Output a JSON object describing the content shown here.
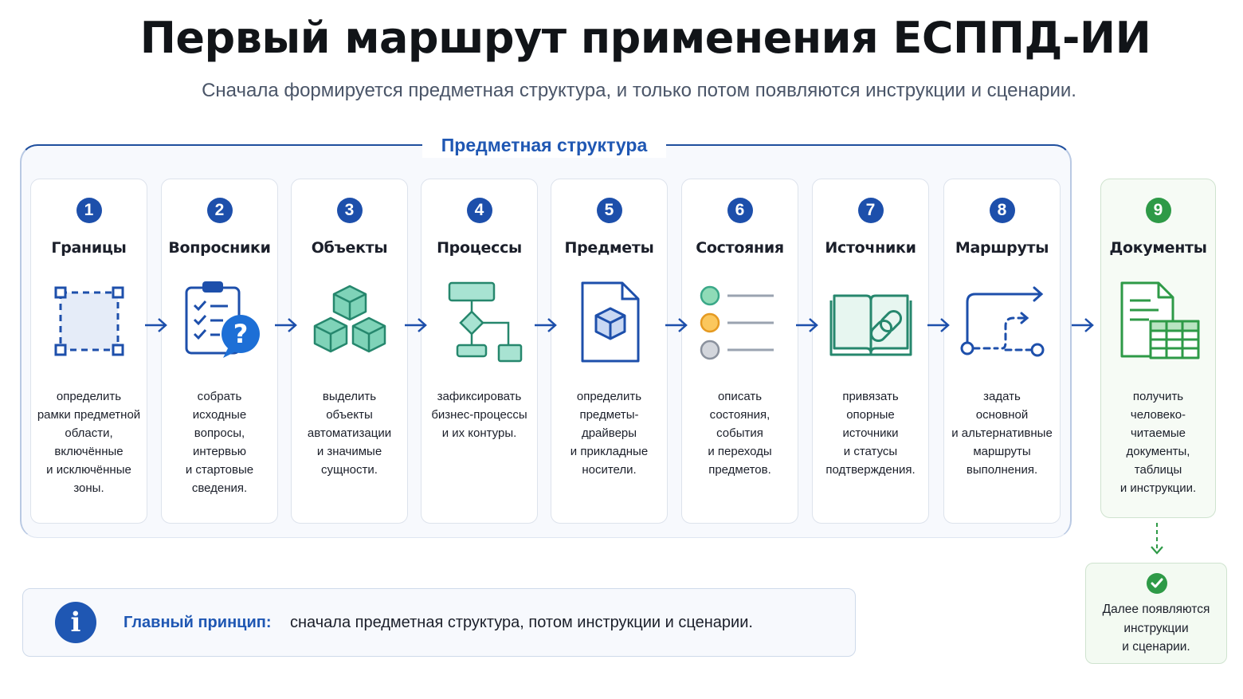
{
  "title": "Первый маршрут применения ЕСППД-ИИ",
  "subtitle": "Сначала формируется предметная структура, и только потом появляются инструкции и сценарии.",
  "group_label": "Предметная структура",
  "steps": [
    {
      "num": "1",
      "title": "Границы",
      "icon": "bounding-box-icon",
      "text": "определить\nрамки предметной\nобласти,\nвключённые\nи исключённые\nзоны."
    },
    {
      "num": "2",
      "title": "Вопросники",
      "icon": "questionnaire-icon",
      "text": "собрать\nисходные\nвопросы,\nинтервью\nи стартовые\nсведения."
    },
    {
      "num": "3",
      "title": "Объекты",
      "icon": "cubes-icon",
      "text": "выделить\nобъекты\nавтоматизации\nи значимые\nсущности."
    },
    {
      "num": "4",
      "title": "Процессы",
      "icon": "flowchart-icon",
      "text": "зафиксировать\nбизнес-процессы\nи их контуры."
    },
    {
      "num": "5",
      "title": "Предметы",
      "icon": "document-cube-icon",
      "text": "определить\nпредметы-\nдрайверы\nи прикладные\nносители."
    },
    {
      "num": "6",
      "title": "Состояния",
      "icon": "status-list-icon",
      "text": "описать\nсостояния,\nсобытия\nи переходы\nпредметов."
    },
    {
      "num": "7",
      "title": "Источники",
      "icon": "book-link-icon",
      "text": "привязать\nопорные\nисточники\nи статусы\nподтверждения."
    },
    {
      "num": "8",
      "title": "Маршруты",
      "icon": "route-icon",
      "text": "задать\nосновной\nи альтернативные\nмаршруты\nвыполнения."
    },
    {
      "num": "9",
      "title": "Документы",
      "icon": "document-table-icon",
      "text": "получить\nчеловеко-читаемые\nдокументы,\nтаблицы\nи инструкции."
    }
  ],
  "principle": {
    "icon": "info-icon",
    "label": "Главный принцип:",
    "text": "сначала предметная структура, потом инструкции и сценарии."
  },
  "next": {
    "icon": "check-circle-icon",
    "text": "Далее появляются\nинструкции\nи сценарии."
  },
  "colors": {
    "primary": "#1d4fab",
    "teal": "#3aa888",
    "green": "#2e9a47",
    "orange": "#f0a63a"
  }
}
